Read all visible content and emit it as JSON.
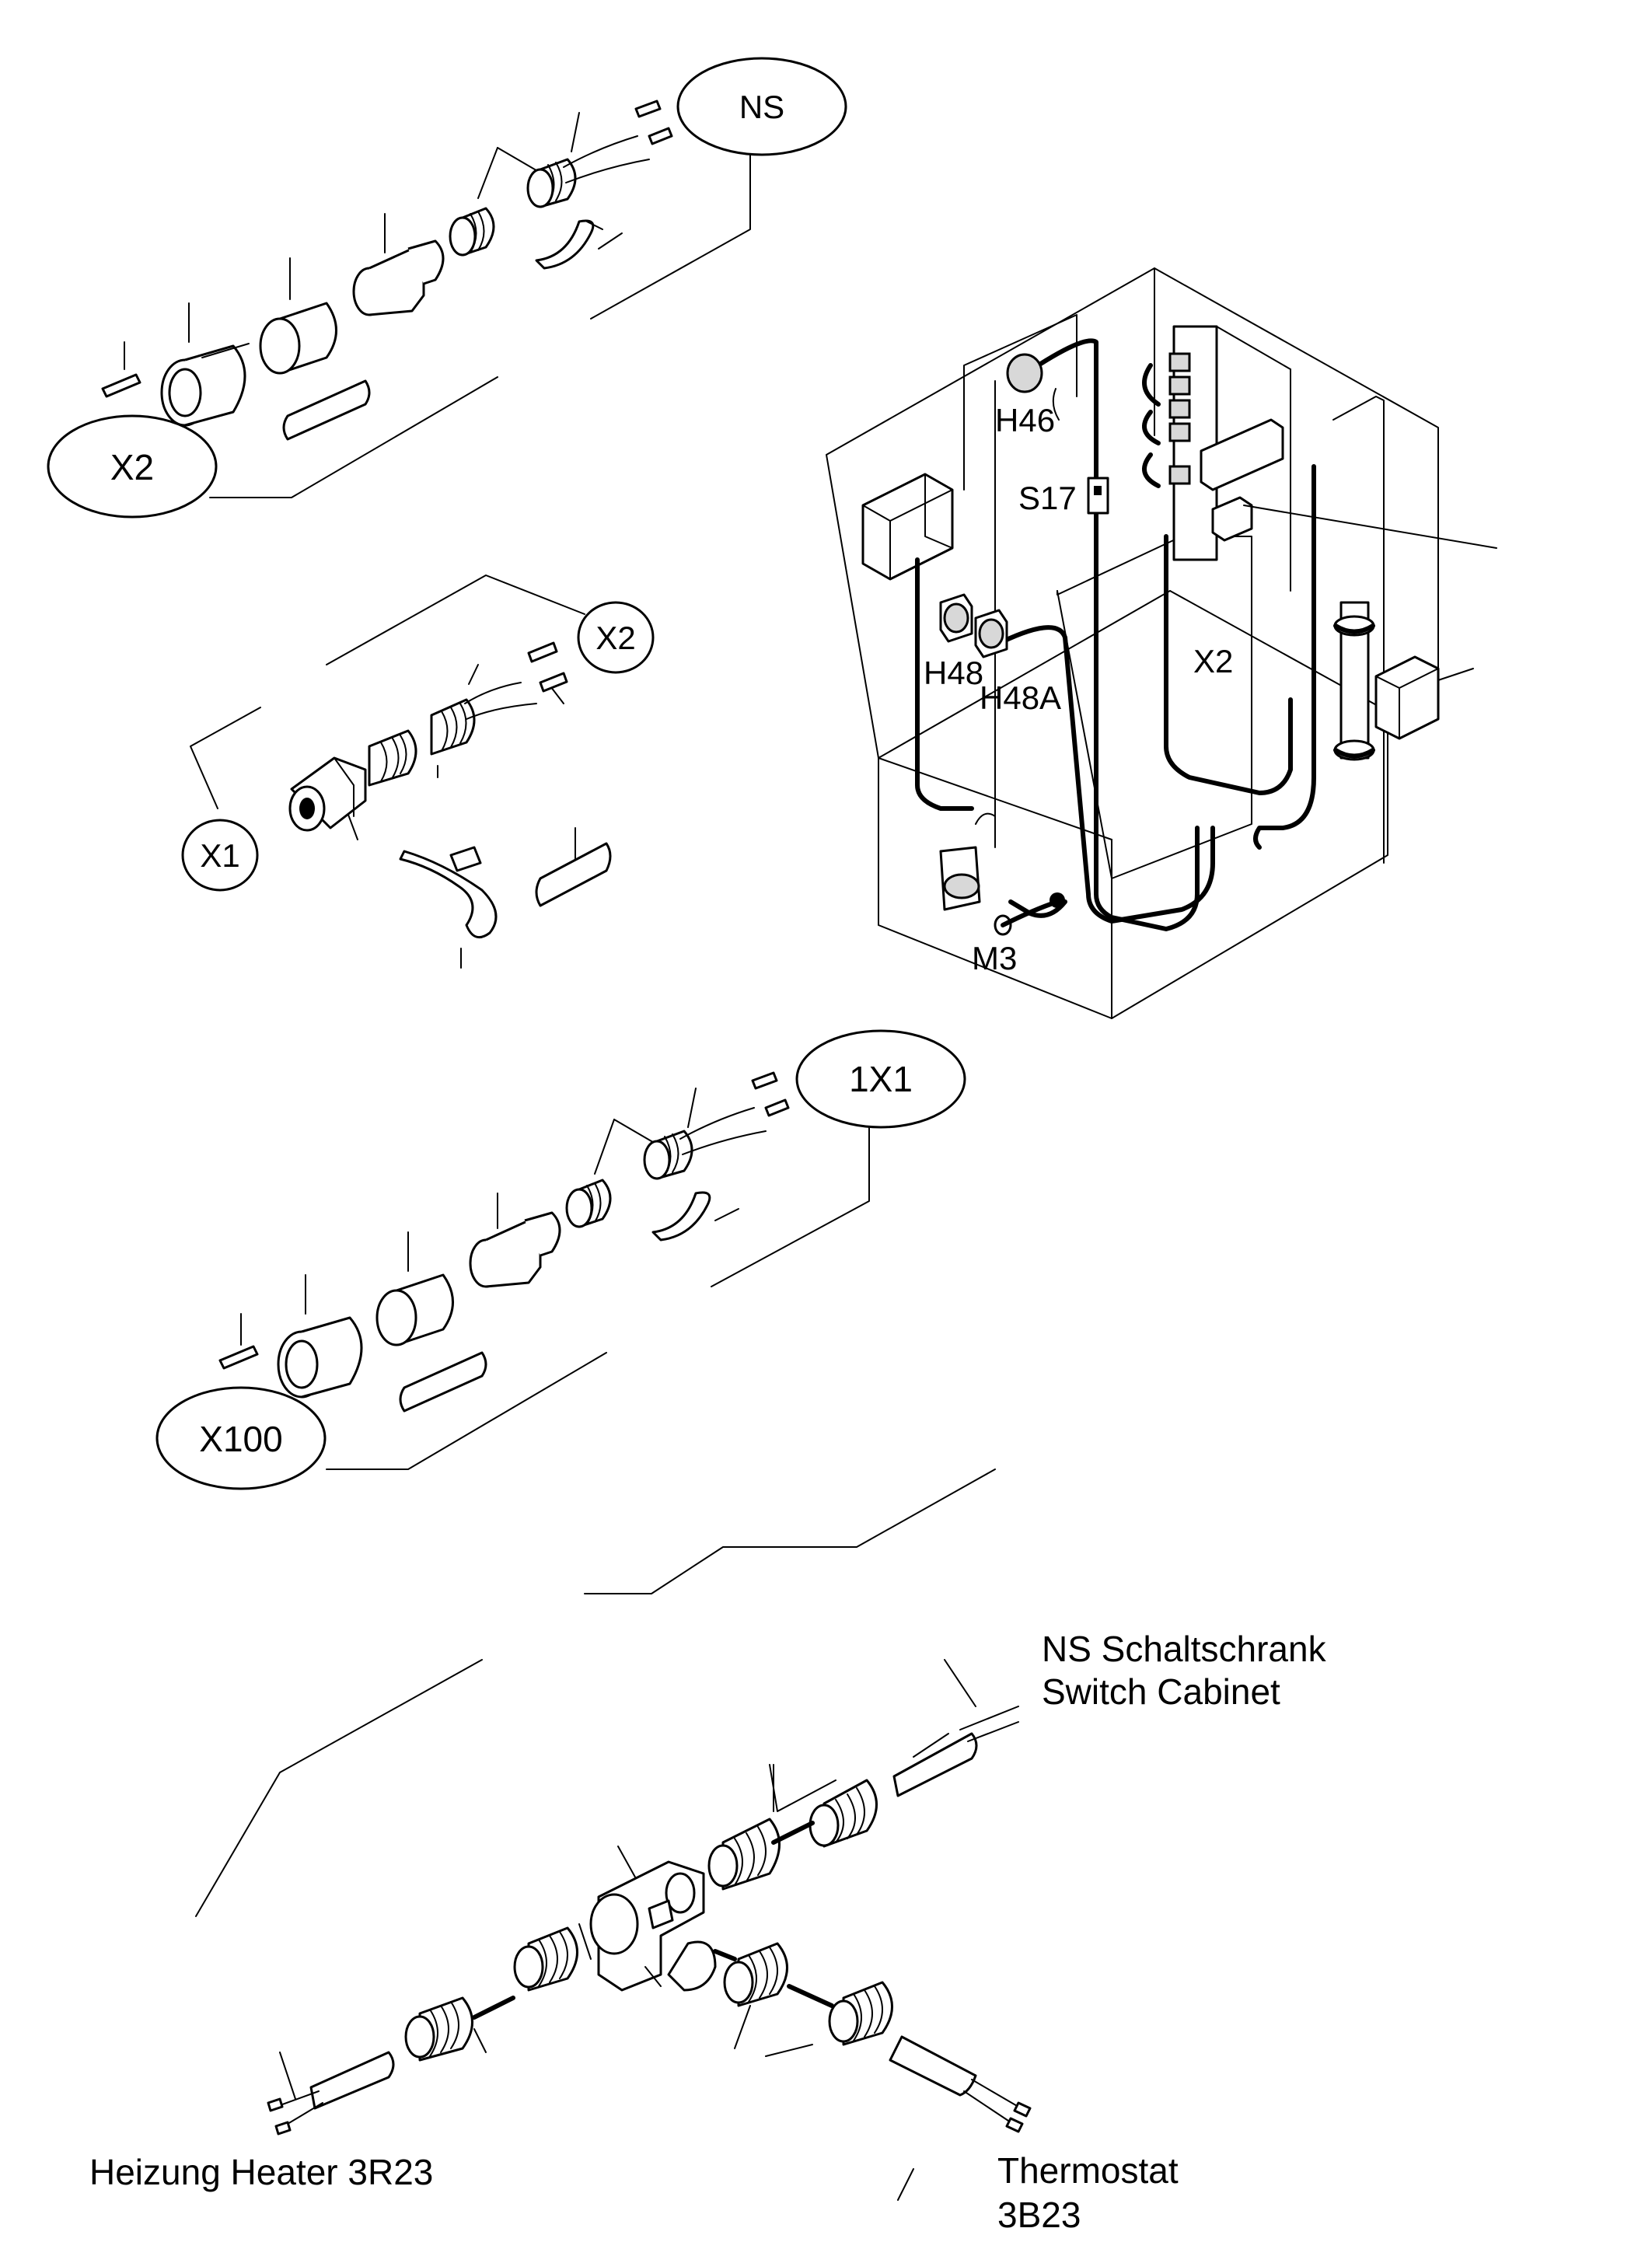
{
  "callouts": {
    "ns": "NS",
    "x2_top": "X2",
    "x2_mid": "X2",
    "x1": "X1",
    "onex1": "1X1",
    "x100": "X100"
  },
  "cabinet_labels": {
    "h46": "H46",
    "s17": "S17",
    "h48": "H48",
    "h48a": "H48A",
    "x2": "X2",
    "m3": "M3"
  },
  "captions": {
    "ns_line1": "NS Schaltschrank",
    "ns_line2": "Switch Cabinet",
    "heater": "Heizung Heater 3R23",
    "thermostat_line1": "Thermostat",
    "thermostat_line2": "3B23"
  }
}
